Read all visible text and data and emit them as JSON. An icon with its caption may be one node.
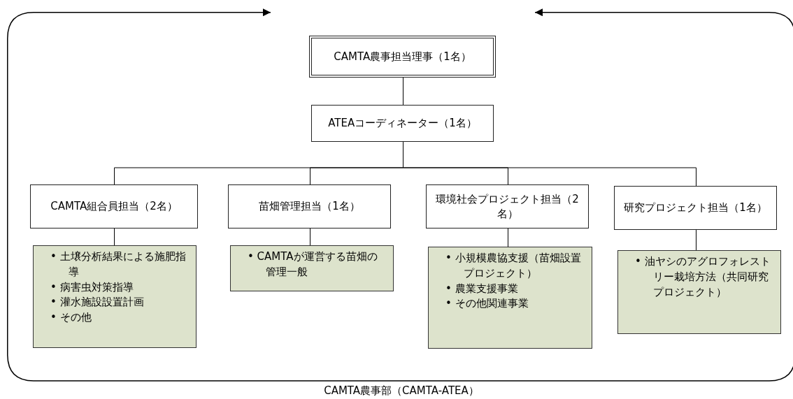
{
  "diagram": {
    "nodes": [
      {
        "text": [
          "CAMTA農事部（CAMTA-ATEA）"
        ]
      },
      {
        "text": [
          "CAMTA農事担当理事（1名）"
        ],
        "in": 0
      },
      {
        "text": [
          "ATEAコーディネーター（1名）"
        ],
        "in": 0
      },
      {
        "text": [
          "CAMTA組合員担当（2名）"
        ],
        "in": 0
      },
      {
        "text": [
          "苗畑管理担当（1名）"
        ],
        "in": 0
      },
      {
        "text": [
          "環境社会プロジェクト担当（2名）"
        ],
        "in": 0
      },
      {
        "text": [
          "研究プロジェクト担当（1名）"
        ],
        "in": 0
      },
      {
        "text": [
          "• 土壌分析結果による施肥指導",
          "• 病害虫対策指導",
          "• 灌水施設設置計画",
          "• その他"
        ],
        "in": 0
      },
      {
        "text": [
          "• CAMTAが運営する苗畑の管理一般"
        ],
        "in": 0
      },
      {
        "text": [
          "• 小規模農協支援（苗畑設置プロジェクト）",
          "• 農業支援事業",
          "• その他関連事業"
        ],
        "in": 0
      },
      {
        "text": [
          "• 油ヤシのアグロフォレストリー栽培方法（共同研究プロジェクト）"
        ],
        "in": 0
      }
    ],
    "edges": [
      {
        "from": null,
        "to": 0,
        "arrow": "to"
      },
      {
        "from": null,
        "to": 0,
        "arrow": "to"
      },
      {
        "from": 1,
        "to": 2,
        "arrow": "none"
      },
      {
        "from": 2,
        "to": 3,
        "arrow": "none"
      },
      {
        "from": 2,
        "to": 4,
        "arrow": "none"
      },
      {
        "from": 2,
        "to": 5,
        "arrow": "none"
      },
      {
        "from": 2,
        "to": 6,
        "arrow": "none"
      },
      {
        "from": 3,
        "to": 7,
        "arrow": "none"
      },
      {
        "from": 4,
        "to": 8,
        "arrow": "none"
      },
      {
        "from": 5,
        "to": 9,
        "arrow": "none"
      },
      {
        "from": 6,
        "to": 10,
        "arrow": "none"
      }
    ]
  }
}
